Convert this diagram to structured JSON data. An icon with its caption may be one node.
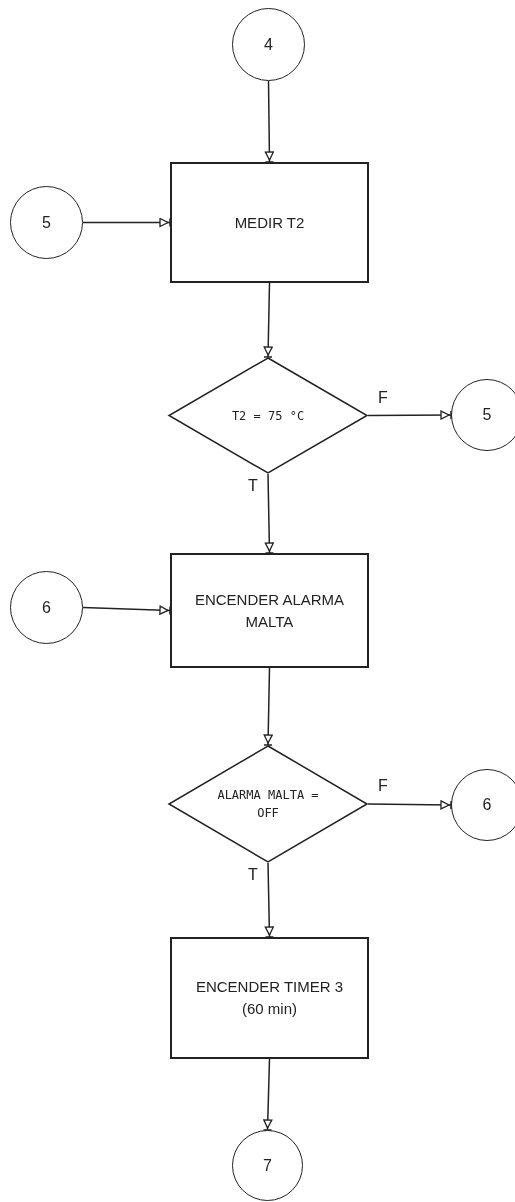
{
  "diagram": {
    "nodes": [
      {
        "text": [
          "4"
        ]
      },
      {
        "text": [
          "5"
        ]
      },
      {
        "text": [
          "MEDIR T2"
        ]
      },
      {
        "text": [
          "T2 = 75 °C"
        ]
      },
      {
        "text": [
          "5"
        ]
      },
      {
        "text": [
          "6"
        ]
      },
      {
        "text": [
          "ENCENDER ALARMA MALTA"
        ]
      },
      {
        "text": [
          "ALARMA MALTA = OFF"
        ]
      },
      {
        "text": [
          "6"
        ]
      },
      {
        "text": [
          "ENCENDER TIMER 3 (60 min)"
        ]
      },
      {
        "text": [
          "7"
        ]
      }
    ],
    "edges": [
      {
        "from": 0,
        "to": 2,
        "arrow": "to"
      },
      {
        "from": 1,
        "to": 2,
        "arrow": "to"
      },
      {
        "from": 2,
        "to": 3,
        "arrow": "to"
      },
      {
        "from": 3,
        "to": 4,
        "arrow": "to",
        "label": "F"
      },
      {
        "from": 3,
        "to": 6,
        "arrow": "to",
        "label": "T"
      },
      {
        "from": 5,
        "to": 6,
        "arrow": "to"
      },
      {
        "from": 6,
        "to": 7,
        "arrow": "to"
      },
      {
        "from": 7,
        "to": 8,
        "arrow": "to",
        "label": "F"
      },
      {
        "from": 7,
        "to": 9,
        "arrow": "to",
        "label": "T"
      },
      {
        "from": 9,
        "to": 10,
        "arrow": "to"
      }
    ]
  }
}
